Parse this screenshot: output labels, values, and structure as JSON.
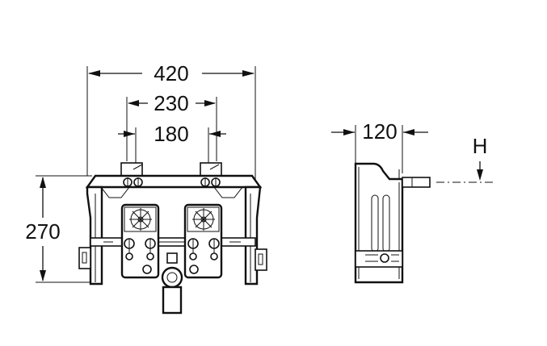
{
  "dimensions": {
    "overall_width": "420",
    "outer_fixing_width": "230",
    "inlet_spacing": "180",
    "height": "270",
    "depth": "120",
    "outlet_height_symbol": "H"
  }
}
